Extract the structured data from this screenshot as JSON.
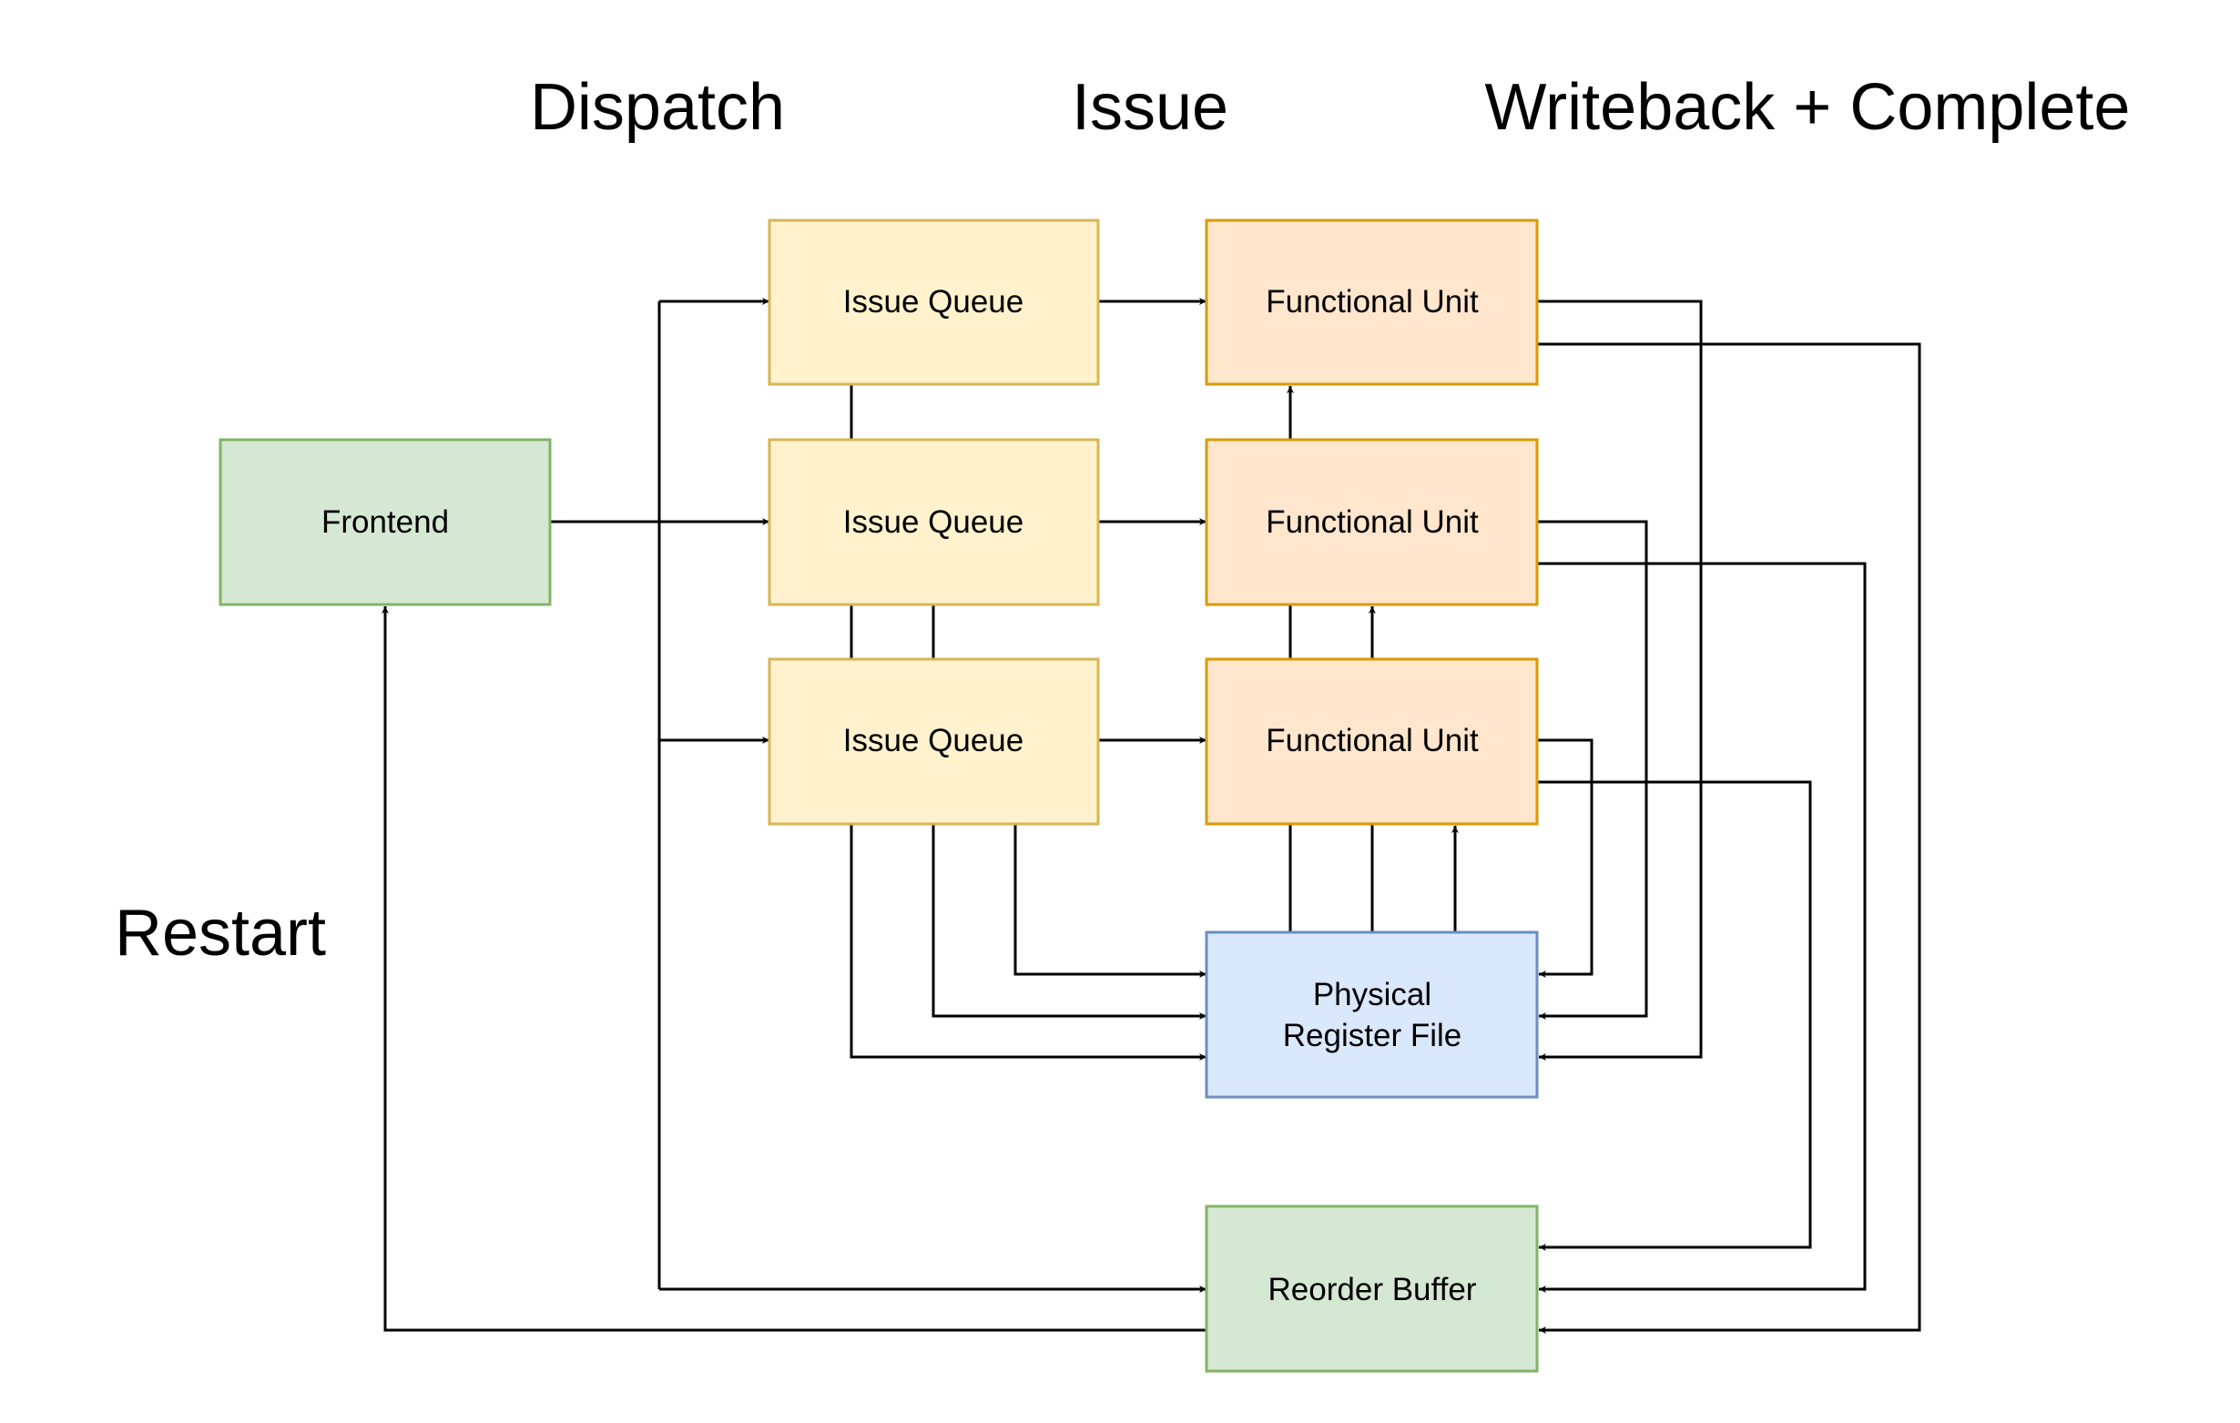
{
  "stages": {
    "dispatch": "Dispatch",
    "issue": "Issue",
    "writeback": "Writeback + Complete",
    "restart": "Restart"
  },
  "nodes": {
    "frontend": "Frontend",
    "issue_queue_1": "Issue Queue",
    "issue_queue_2": "Issue Queue",
    "issue_queue_3": "Issue Queue",
    "functional_unit_1": "Functional Unit",
    "functional_unit_2": "Functional Unit",
    "functional_unit_3": "Functional Unit",
    "prf_line1": "Physical",
    "prf_line2": "Register File",
    "reorder_buffer": "Reorder Buffer"
  },
  "colors": {
    "green_fill": "#d5e8d4",
    "green_stroke": "#82b366",
    "yellow_fill": "#fff2cc",
    "yellow_stroke": "#d6b656",
    "orange_fill": "#ffe6cc",
    "orange_stroke": "#d79b00",
    "blue_fill": "#dae8fc",
    "blue_stroke": "#6c8ebf"
  }
}
